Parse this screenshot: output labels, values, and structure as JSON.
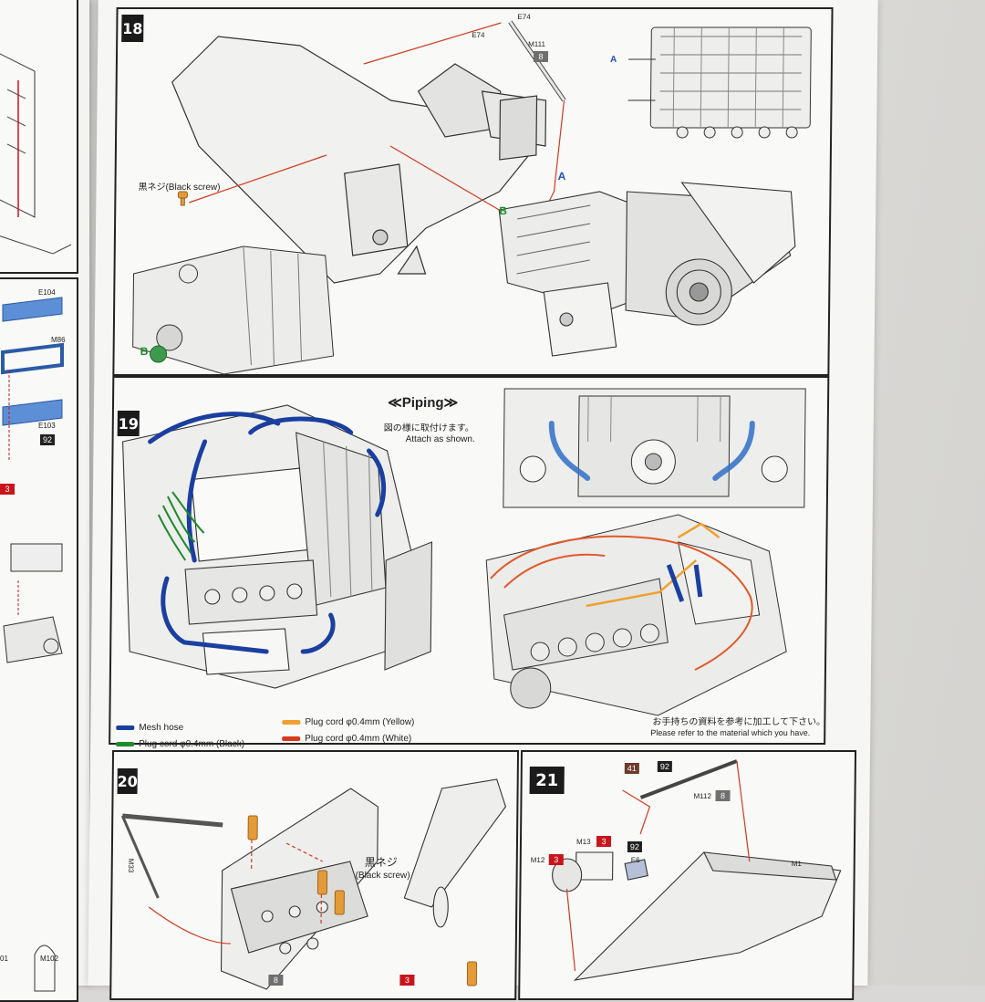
{
  "left_sheet": {
    "labels": [
      "E104",
      "M86",
      "E103",
      "01",
      "M102"
    ],
    "badges": [
      "92",
      "3"
    ]
  },
  "step18": {
    "number": "18",
    "parts": {
      "e74_top": "E74",
      "e74_side": "E74",
      "m111": "M111",
      "m111_badge": "8"
    },
    "marker_a": "A",
    "marker_b": "B",
    "black_screw": "黒ネジ(Black screw)"
  },
  "step19": {
    "number": "19",
    "piping_title": "≪Piping≫",
    "instruction_jp": "図の様に取付けます。",
    "instruction_en": "Attach as shown.",
    "note_jp": "お手持ちの資料を参考に加工して下さい。",
    "note_en": "Please refer to the material which you have.",
    "legend": [
      {
        "label": "Mesh hose",
        "color": "#1a3fa0"
      },
      {
        "label": "Plug cord φ0.4mm (Black)",
        "color": "#1f8a2e"
      },
      {
        "label": "Plug cord φ0.4mm (Yellow)",
        "color": "#f0a030"
      },
      {
        "label": "Plug cord φ0.4mm  (White)",
        "color": "#d83a1e"
      }
    ]
  },
  "step20": {
    "number": "20",
    "black_screw_jp": "黒ネジ",
    "black_screw_en": "(Black screw)",
    "part_label": "M33",
    "badge_grey": "8",
    "badge_red": "3"
  },
  "step21": {
    "number": "21",
    "badge_41": "41",
    "badge_92a": "92",
    "m112": "M112",
    "m112_badge": "8",
    "m13": "M13",
    "m13_badge": "3",
    "m12": "M12",
    "m12_badge": "3",
    "badge_92b": "92",
    "e6": "E6",
    "m1": "M1"
  }
}
